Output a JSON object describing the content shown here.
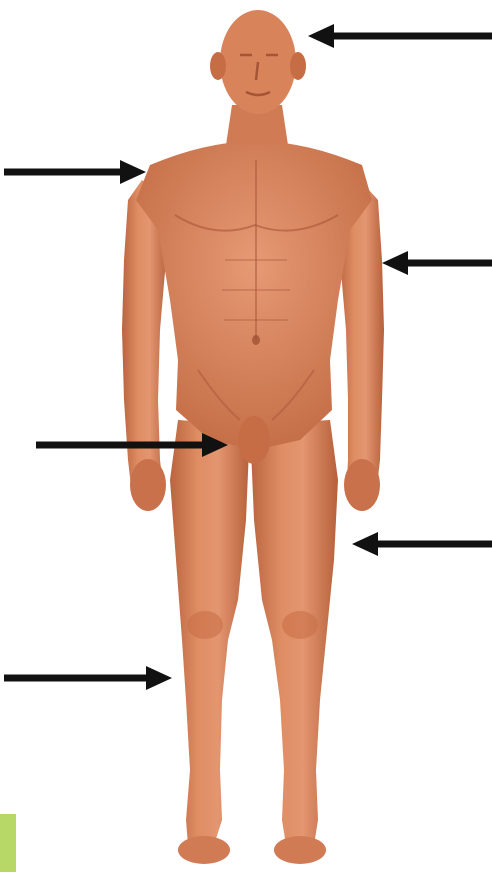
{
  "diagram": {
    "subject": "human-figure-anterior-view",
    "colors": {
      "background": "#ffffff",
      "skin": "#d9835a",
      "skin_shadow": "#b5603c",
      "skin_highlight": "#e79c76",
      "arrow": "#111111",
      "tab_accent": "#b7d867"
    },
    "pointers": [
      {
        "id": "head",
        "direction": "left"
      },
      {
        "id": "shoulder",
        "direction": "right"
      },
      {
        "id": "upper-arm",
        "direction": "left"
      },
      {
        "id": "groin",
        "direction": "right"
      },
      {
        "id": "thigh",
        "direction": "left"
      },
      {
        "id": "lower-leg",
        "direction": "right"
      }
    ]
  }
}
